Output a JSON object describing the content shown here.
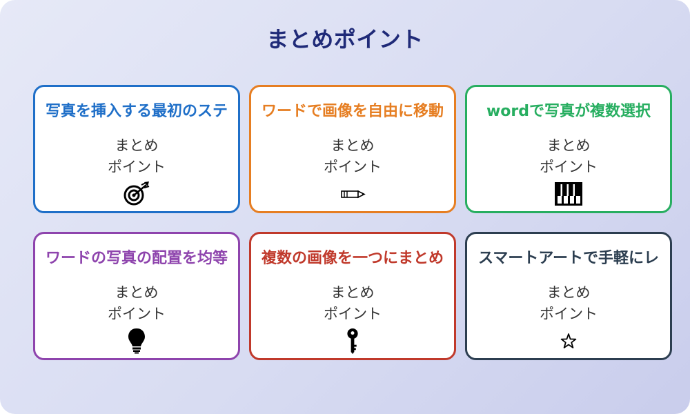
{
  "title": "まとめポイント",
  "cards": [
    {
      "title": "写真を挿入する最初のステ",
      "line1": "まとめ",
      "line2": "ポイント",
      "icon": "target-icon",
      "color": "#1f6fc8"
    },
    {
      "title": "ワードで画像を自由に移動",
      "line1": "まとめ",
      "line2": "ポイント",
      "icon": "pencil-icon",
      "color": "#e67e22"
    },
    {
      "title": "wordで写真が複数選択",
      "line1": "まとめ",
      "line2": "ポイント",
      "icon": "piano-keys-icon",
      "color": "#27ae60"
    },
    {
      "title": "ワードの写真の配置を均等",
      "line1": "まとめ",
      "line2": "ポイント",
      "icon": "lightbulb-icon",
      "color": "#8e44ad"
    },
    {
      "title": "複数の画像を一つにまとめ",
      "line1": "まとめ",
      "line2": "ポイント",
      "icon": "key-icon",
      "color": "#c0392b"
    },
    {
      "title": "スマートアートで手軽にレ",
      "line1": "まとめ",
      "line2": "ポイント",
      "icon": "star-icon",
      "color": "#2c3e50"
    }
  ]
}
